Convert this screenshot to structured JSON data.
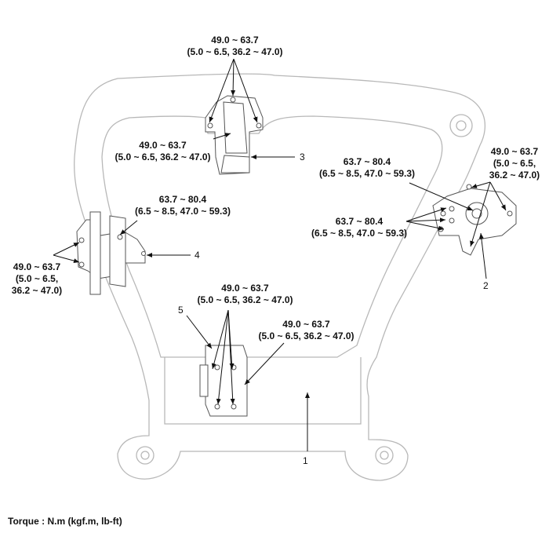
{
  "torques": {
    "t3_top": [
      "49.0 ~ 63.7",
      "(5.0 ~ 6.5, 36.2 ~ 47.0)"
    ],
    "t3_side": [
      "49.0 ~ 63.7",
      "(5.0 ~ 6.5, 36.2 ~ 47.0)"
    ],
    "t2_upper": [
      "63.7 ~ 80.4",
      "(6.5 ~ 8.5, 47.0 ~ 59.3)"
    ],
    "t2_lower": [
      "63.7 ~ 80.4",
      "(6.5 ~ 8.5, 47.0 ~ 59.3)"
    ],
    "t2_right": [
      "49.0 ~ 63.7",
      "(5.0 ~ 6.5,",
      "36.2 ~ 47.0)"
    ],
    "t4_top": [
      "63.7 ~ 80.4",
      "(6.5 ~ 8.5, 47.0 ~ 59.3)"
    ],
    "t4_left": [
      "49.0 ~ 63.7",
      "(5.0 ~ 6.5,",
      "36.2 ~ 47.0)"
    ],
    "t5_top": [
      "49.0 ~ 63.7",
      "(5.0 ~ 6.5, 36.2 ~ 47.0)"
    ],
    "t5_right": [
      "49.0 ~ 63.7",
      "(5.0 ~ 6.5, 36.2 ~ 47.0)"
    ]
  },
  "callouts": {
    "c1": "1",
    "c2": "2",
    "c3": "3",
    "c4": "4",
    "c5": "5"
  },
  "footer": "Torque : N.m (kgf.m, lb-ft)"
}
